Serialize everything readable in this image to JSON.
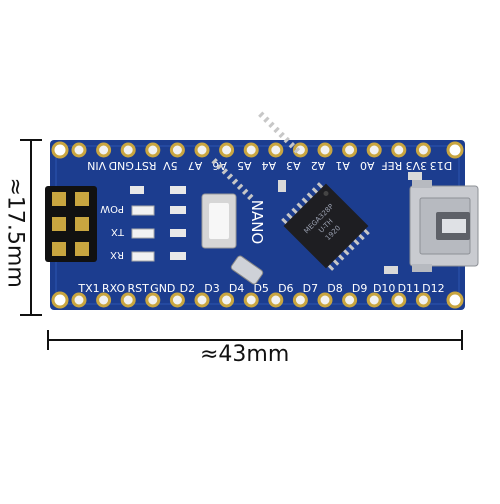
{
  "board": {
    "name_label": "NANO",
    "chip_lines": [
      "MEGA328P",
      "U-TH",
      "1920"
    ],
    "top_pins": [
      "D13",
      "3V3",
      "REF",
      "A0",
      "A1",
      "A2",
      "A3",
      "A4",
      "A5",
      "A6",
      "A7",
      "5V",
      "RST",
      "GND",
      "VIN"
    ],
    "bottom_pins": [
      "TX1",
      "RXO",
      "RST",
      "GND",
      "D2",
      "D3",
      "D4",
      "D5",
      "D6",
      "D7",
      "D8",
      "D9",
      "D10",
      "D11",
      "D12"
    ],
    "led_labels": [
      "POW",
      "TX",
      "RX"
    ]
  },
  "dimensions": {
    "width_label": "≈43mm",
    "height_label": "≈17.5mm"
  },
  "colors": {
    "pcb": "#1c3d8f",
    "pcb_dark": "#132b6b",
    "gold": "#c9a640",
    "silkscreen": "#ffffff",
    "chip": "#1e1e22",
    "usb": "#c9cbd0"
  }
}
